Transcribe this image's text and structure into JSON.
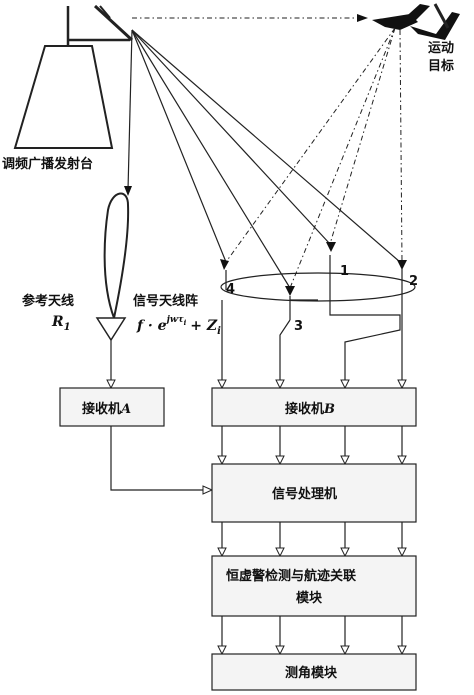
{
  "transmitter_label": "调频广播发射台",
  "target_label_line1": "运动",
  "target_label_line2": "目标",
  "reference_antenna_label": "参考天线",
  "reference_antenna_symbol": "R",
  "reference_antenna_subscript": "1",
  "signal_array_label": "信号天线阵",
  "signal_array_formula_base": "f · e",
  "signal_array_formula_exp": "jwτ",
  "signal_array_formula_exp_sub": "i",
  "signal_array_formula_tail": "+ Z",
  "signal_array_formula_tail_sub": "i",
  "element_labels": [
    "1",
    "2",
    "3",
    "4"
  ],
  "receiver_a_label": "接收机",
  "receiver_a_suffix": "A",
  "receiver_b_label": "接收机",
  "receiver_b_suffix": "B",
  "signal_processor_label": "信号处理机",
  "cfar_label_line1": "恒虚警检测与航迹关联",
  "cfar_label_line2": "模块",
  "angle_module_label": "测角模块"
}
